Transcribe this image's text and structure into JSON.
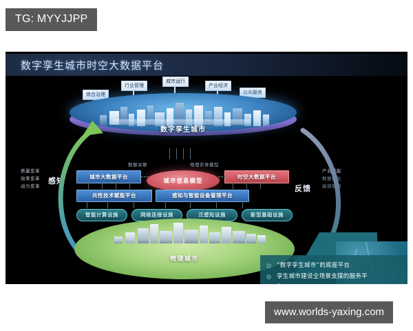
{
  "badge": {
    "text": "TG: MYYJJPP"
  },
  "watermark": {
    "text": "www.worlds-yaxing.com"
  },
  "diagram": {
    "title": "数字孪生城市时空大数据平台",
    "top_labels": [
      {
        "label": "综合治理"
      },
      {
        "label": "行业管理"
      },
      {
        "label": "城市运行"
      },
      {
        "label": "产业经济"
      },
      {
        "label": "公众服务"
      }
    ],
    "digital_city_label": "数字孪生城市",
    "annotations": {
      "left": "数据关联",
      "right": "地理实体模型"
    },
    "platform_row": [
      {
        "label": "城市大数据平台",
        "color": "#3a76bd"
      },
      {
        "label": "城市信息模型",
        "color": "#d15a63"
      },
      {
        "label": "时空大数据平台",
        "color": "#cf5a64"
      }
    ],
    "enable_row": [
      {
        "label": "共性技术赋能平台"
      },
      {
        "label": "感知与智能设备管理平台"
      }
    ],
    "infra_row": [
      {
        "label": "智能计算设施"
      },
      {
        "label": "网络连接设施"
      },
      {
        "label": "泛感知设施"
      },
      {
        "label": "新型基础设施"
      }
    ],
    "left_side": {
      "big": "感知",
      "items": [
        "质量变革",
        "效率变革",
        "动力变革"
      ]
    },
    "right_side": {
      "big": "反馈",
      "items": [
        "产业赋能",
        "数据优化",
        "高效智能"
      ]
    },
    "physical_city_label": "物理城市"
  },
  "overlay": {
    "bullets": [
      "“数字孪生城市”的底座平台",
      "孪生城市建设全场景支撑的服务平"
    ],
    "wrap_tail": "台",
    "bg_color": "#175c66"
  }
}
